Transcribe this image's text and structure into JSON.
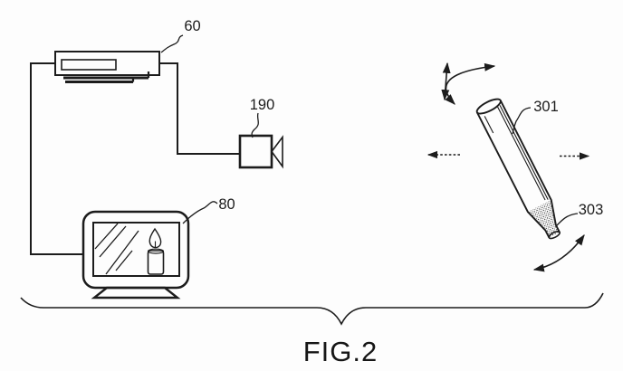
{
  "figure": {
    "caption": "FIG.2"
  },
  "reference_labels": {
    "recorder_unit": "60",
    "camera": "190",
    "display_monitor": "80",
    "pen_body": "301",
    "pen_tip": "303"
  },
  "colors": {
    "ink": "#1c1c1c",
    "background": "#fdfdfd"
  }
}
